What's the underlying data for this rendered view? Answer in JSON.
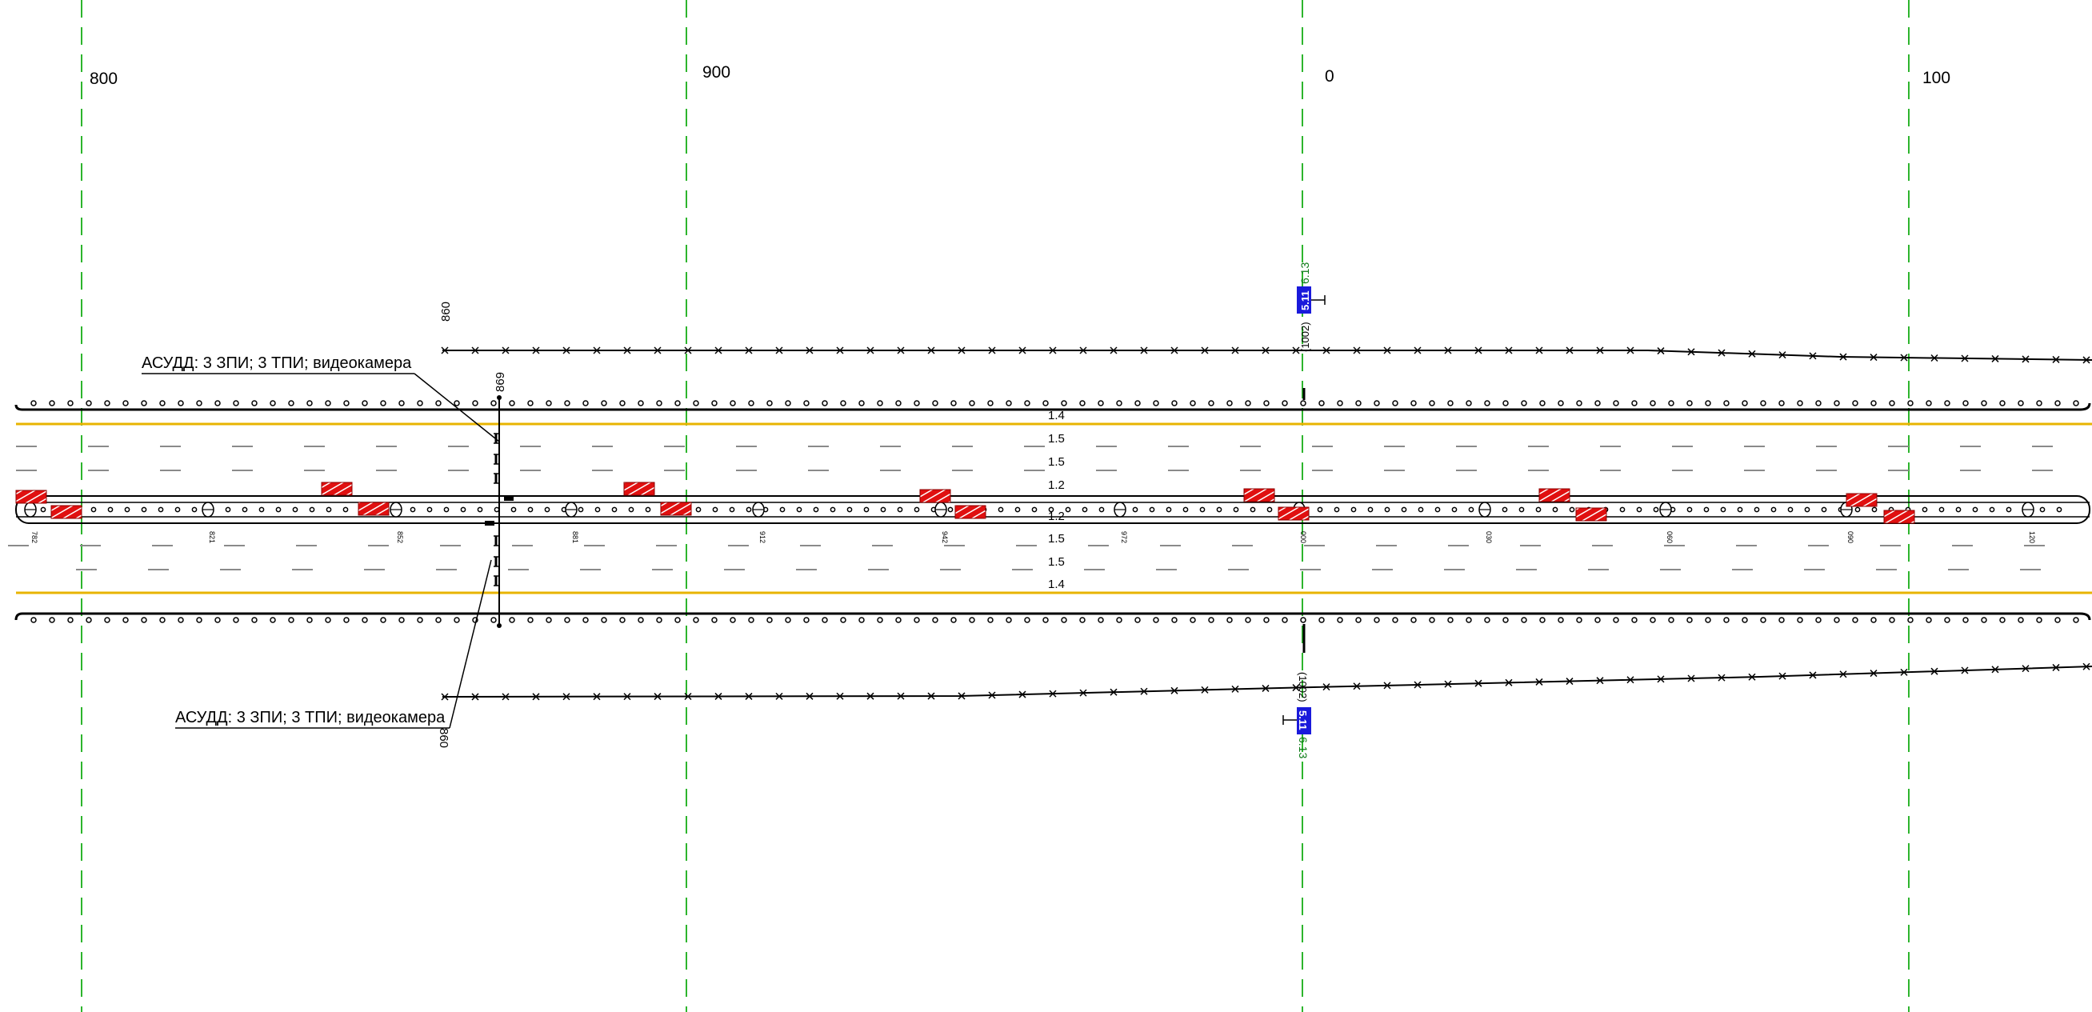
{
  "colors": {
    "background": "#ffffff",
    "stationing_line": "#2db52d",
    "lane_edge_marking": "#e8b400",
    "line_black": "#000000",
    "dash_gray": "#8a8a8a",
    "barrier_red": "#e01010",
    "sign_blue": "#1a1adb",
    "sign_label_green": "#0a7a14"
  },
  "stations": [
    {
      "label": "800"
    },
    {
      "label": "900"
    },
    {
      "label": "0"
    },
    {
      "label": "100"
    }
  ],
  "annotations": {
    "top_callout": "АСУДД: 3 ЗПИ; 3 ТПИ; видеокамера",
    "bottom_callout": "АСУДД: 3 ЗПИ; 3 ТПИ; видеокамера",
    "gantry_label_top": "869",
    "gantry_label_top_left": "860",
    "gantry_label_bottom_left": "860"
  },
  "lane_widths_north": [
    "1.4",
    "1.5",
    "1.5",
    "1.2"
  ],
  "lane_widths_south": [
    "1.2",
    "1.5",
    "1.5",
    "1.4"
  ],
  "median_post_labels": [
    "782",
    "821",
    "852",
    "881",
    "912",
    "942",
    "972",
    "000",
    "030",
    "060",
    "090",
    "120"
  ],
  "signs": {
    "top": {
      "code": "5.11",
      "type": "6.13",
      "ref": "(1002)"
    },
    "bottom": {
      "code": "5.11",
      "type": "6.13",
      "ref": "(1002)"
    }
  },
  "icons": {
    "barrier": "red-hatched-barrier-icon",
    "light_pole": "median-light-pole-icon",
    "fence": "cross-fence-icon",
    "sign": "blue-road-sign-icon",
    "camera": "camera-icon"
  }
}
